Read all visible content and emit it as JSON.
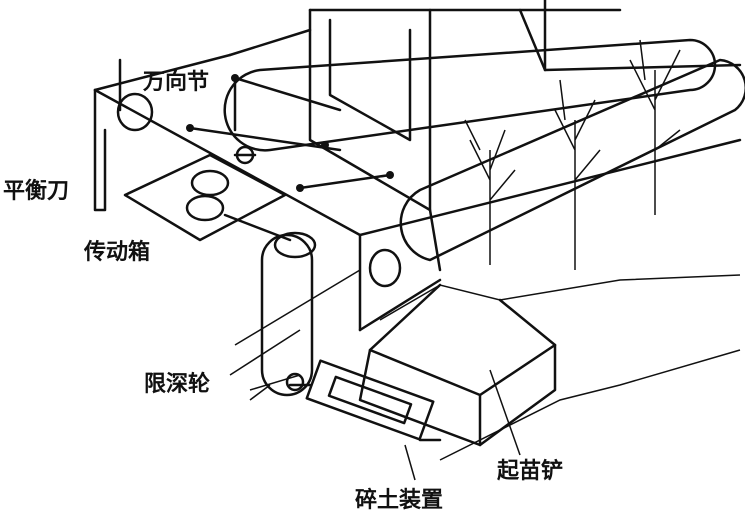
{
  "labels": {
    "universal_joint": "万向节",
    "balance_knife": "平衡刀",
    "gearbox": "传动箱",
    "depth_wheel": "限深轮",
    "lifting_shovel": "起苗铲",
    "soil_crusher": "碎土装置"
  }
}
